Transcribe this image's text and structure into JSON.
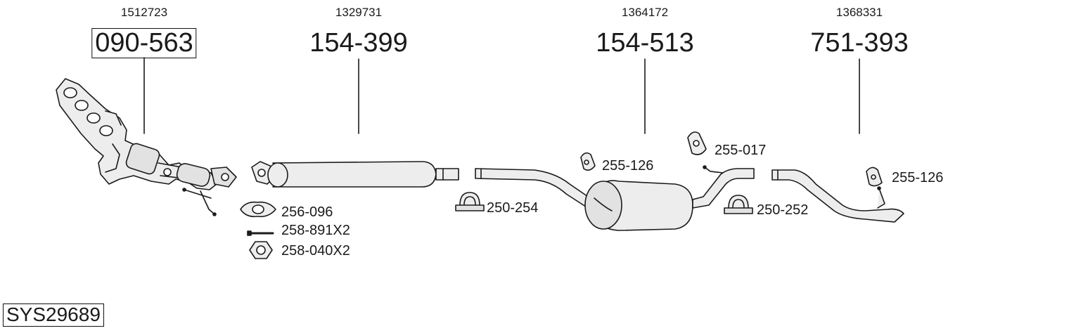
{
  "system_code": "SYS29689",
  "groups": [
    {
      "oe": "1512723",
      "part": "090-563",
      "boxed": true
    },
    {
      "oe": "1329731",
      "part": "154-399",
      "boxed": false
    },
    {
      "oe": "1364172",
      "part": "154-513",
      "boxed": false
    },
    {
      "oe": "1368331",
      "part": "751-393",
      "boxed": false
    }
  ],
  "accessories": {
    "gasket": "256-096",
    "bolt": "258-891X2",
    "nut": "258-040X2",
    "clamp_1": "250-254",
    "hanger_1": "255-126",
    "hanger_2": "255-017",
    "clamp_2": "250-252",
    "hanger_3": "255-126"
  }
}
